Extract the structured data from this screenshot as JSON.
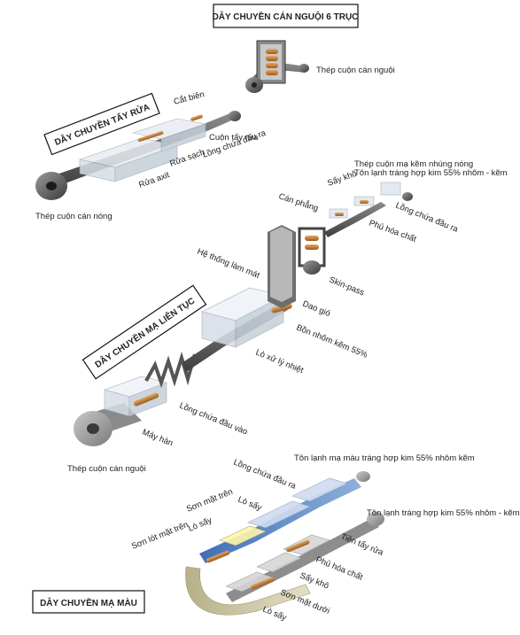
{
  "titles": {
    "cold_rolling": "DÂY CHUYỀN CÁN NGUỘI 6 TRỤC",
    "pickling": "DÂY CHUYỀN TẨY RỬA",
    "galvanizing": "DÂY CHUYỀN MẠ LIÊN TỤC",
    "color_coating": "DÂY CHUYỀN MẠ MÀU"
  },
  "labels": {
    "cold_rolled_coil_top": "Thép cuộn cán nguội",
    "edge_trim": "Cắt biên",
    "pickled_coil": "Cuộn tẩy rửa",
    "exit_looper_1": "Lồng chứa đầu ra",
    "clean_rinse": "Rửa sạch",
    "acid_wash": "Rửa axit",
    "hot_rolled_coil": "Thép cuộn cán nóng",
    "hot_dip_coil": "Thép cuộn mạ kẽm nhúng nóng",
    "galvalume": "Tôn lạnh tráng hợp kim 55% nhôm - kẽm",
    "dryer_1": "Sấy khô",
    "exit_looper_2": "Lồng chứa đầu ra",
    "tension_leveler": "Cán phẳng",
    "chemical_coat": "Phủ hóa chất",
    "cooling_system": "Hệ thống làm mát",
    "skin_pass": "Skin-pass",
    "air_knife": "Dao gió",
    "zinc_al_pot": "Bồn nhôm kẽm 55%",
    "annealing_furnace": "Lò xử lý nhiệt",
    "entry_looper": "Lồng chứa đầu vào",
    "welder": "Máy hàn",
    "cold_rolled_coil_bottom": "Thép cuộn cán nguội",
    "prepainted_product": "Tôn lạnh mạ màu tráng hợp kim 55% nhôm kẽm",
    "exit_looper_3": "Lồng chứa đầu ra",
    "oven_1": "Lò sấy",
    "top_paint": "Sơn mặt trên",
    "oven_2": "Lò sấy",
    "primer_top": "Sơn lót mặt trên",
    "galvalume_input": "Tôn lạnh tráng hợp kim 55% nhôm - kẽm",
    "pre_clean": "Tiền tẩy rửa",
    "chemical_coat_2": "Phủ hóa chất",
    "dryer_2": "Sấy khô",
    "bottom_paint": "Sơn mặt dưới",
    "oven_3": "Lò sấy"
  },
  "colors": {
    "steel_dark": "#4a4a4a",
    "steel_mid": "#7d7d7d",
    "steel_light": "#a8a8a8",
    "glass": "#dfe6ee",
    "roller": "#c8843a",
    "coated_blue": "#5b86c6",
    "coated_tan": "#cfc8a0"
  }
}
